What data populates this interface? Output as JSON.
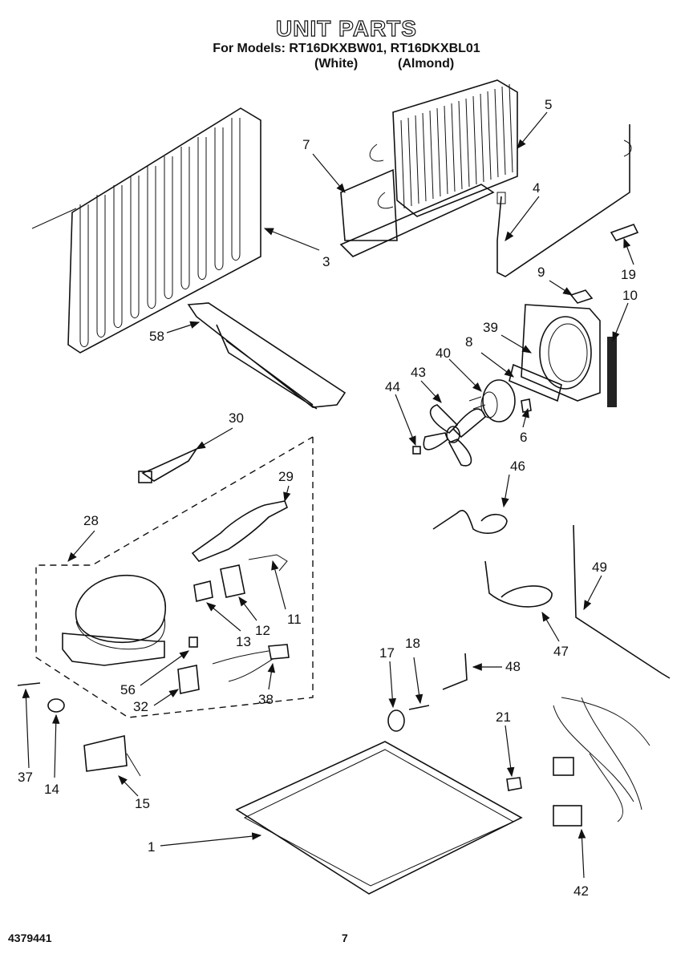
{
  "header": {
    "title": "UNIT PARTS",
    "models_line": "For Models: RT16DKXBW01, RT16DKXBL01",
    "white_label": "(White)",
    "almond_label": "(Almond)"
  },
  "footer": {
    "doc_number": "4379441",
    "page_number": "7"
  },
  "callouts": [
    "1",
    "3",
    "4",
    "5",
    "6",
    "7",
    "8",
    "9",
    "10",
    "11",
    "12",
    "13",
    "14",
    "15",
    "17",
    "18",
    "19",
    "21",
    "28",
    "29",
    "30",
    "32",
    "37",
    "38",
    "39",
    "40",
    "42",
    "43",
    "44",
    "46",
    "47",
    "48",
    "49",
    "56",
    "58"
  ]
}
